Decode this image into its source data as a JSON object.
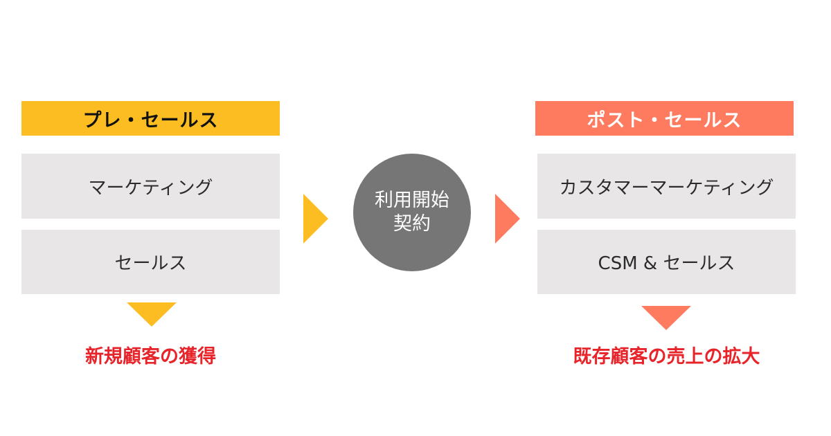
{
  "pre_sales": {
    "title": "プレ・セールス",
    "items": [
      "マーケティング",
      "セールス"
    ],
    "result": "新規顧客の獲得",
    "color": "#fbbd22"
  },
  "center": {
    "line1": "利用開始",
    "line2": "契約",
    "color": "#767676"
  },
  "post_sales": {
    "title": "ポスト・セールス",
    "items": [
      "カスタマーマーケティング",
      "CSM & セールス"
    ],
    "result": "既存顧客の売上の拡大",
    "color": "#ff7b5f"
  },
  "result_color": "#e8242b"
}
